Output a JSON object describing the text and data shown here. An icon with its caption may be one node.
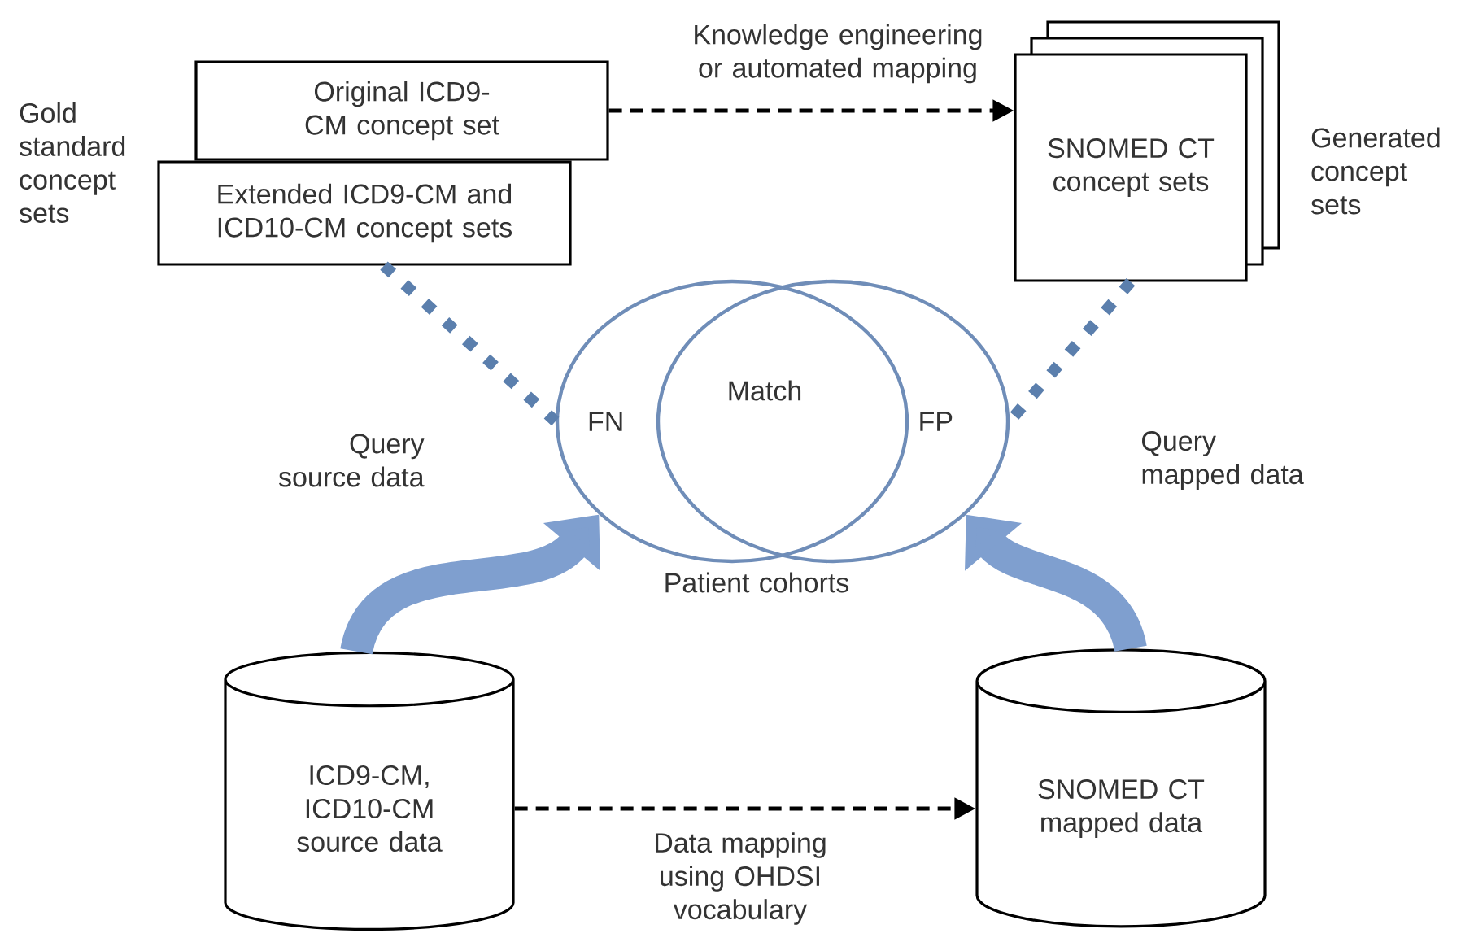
{
  "diagram": {
    "nodes": [
      {
        "text": [
          "Original ICD9-CM concept set"
        ]
      },
      {
        "text": [
          "Extended ICD9-CM and ICD10-CM concept sets"
        ]
      },
      {
        "text": [
          "SNOMED CT concept sets"
        ],
        "beside": [
          "Generated concept sets"
        ]
      },
      {
        "text": [
          "FN"
        ]
      },
      {
        "text": [
          "FP"
        ]
      },
      {
        "text": [
          "ICD9-CM, ICD10-CM source data"
        ]
      },
      {
        "text": [
          "SNOMED CT mapped data"
        ]
      }
    ],
    "edges": [
      {
        "from": 0,
        "to": 2,
        "arrow": "to",
        "style": "dashed",
        "label": "Knowledge engineering or automated mapping"
      },
      {
        "from": 5,
        "to": 6,
        "arrow": "to",
        "style": "dashed",
        "label": "Data mapping using OHDSI vocabulary"
      },
      {
        "from": 1,
        "to": 3,
        "arrow": "none",
        "style": "dashed",
        "color": "#5b7fad",
        "label": "Query source data"
      },
      {
        "from": 2,
        "to": 4,
        "arrow": "none",
        "style": "dashed",
        "color": "#5b7fad",
        "label": "Query mapped data"
      },
      {
        "from": 5,
        "to": 3,
        "arrow": "to",
        "style": "thick",
        "color": "#7f9fcf"
      },
      {
        "from": 6,
        "to": 4,
        "arrow": "to",
        "style": "thick",
        "color": "#7f9fcf"
      }
    ],
    "labels": [
      "Gold standard concept sets",
      "Match",
      "Patient cohorts"
    ]
  }
}
